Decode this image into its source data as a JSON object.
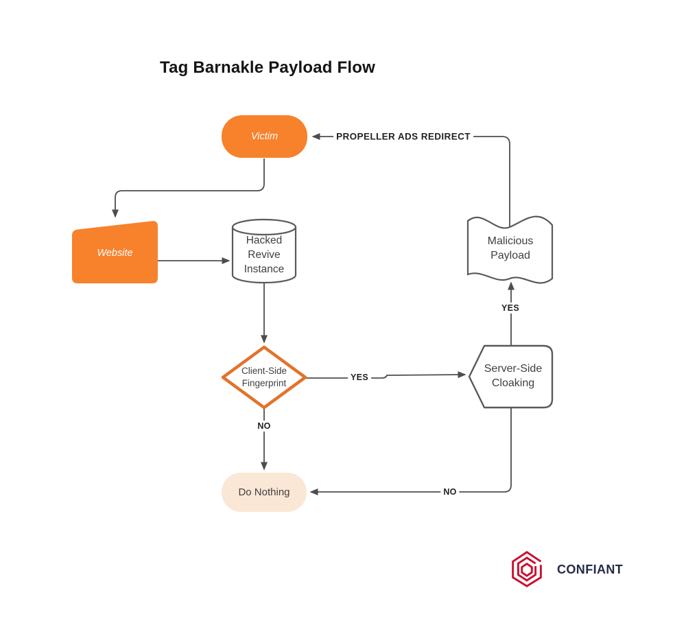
{
  "title": "Tag Barnakle Payload Flow",
  "nodes": {
    "victim": {
      "label": "Victim"
    },
    "website": {
      "label": "Website"
    },
    "revive": {
      "lines": [
        "Hacked",
        "Revive",
        "Instance"
      ]
    },
    "payload": {
      "lines": [
        "Malicious",
        "Payload"
      ]
    },
    "fingerprint": {
      "lines": [
        "Client-Side",
        "Fingerprint"
      ]
    },
    "cloaking": {
      "lines": [
        "Server-Side",
        "Cloaking"
      ]
    },
    "do_nothing": {
      "label": "Do Nothing"
    }
  },
  "edge_labels": {
    "propeller": "PROPELLER ADS REDIRECT",
    "fingerprint_yes": "YES",
    "fingerprint_no": "NO",
    "cloaking_yes": "YES",
    "cloaking_no": "NO"
  },
  "branding": {
    "name": "CONFIANT"
  },
  "colors": {
    "accent_orange": "#F8812B",
    "diamond_stroke": "#E2732C",
    "peach_fill": "#FBE7D6",
    "connector_gray": "#4D4D4D",
    "shape_stroke_gray": "#595959",
    "brand_red": "#C8102E",
    "brand_navy": "#242B47"
  }
}
